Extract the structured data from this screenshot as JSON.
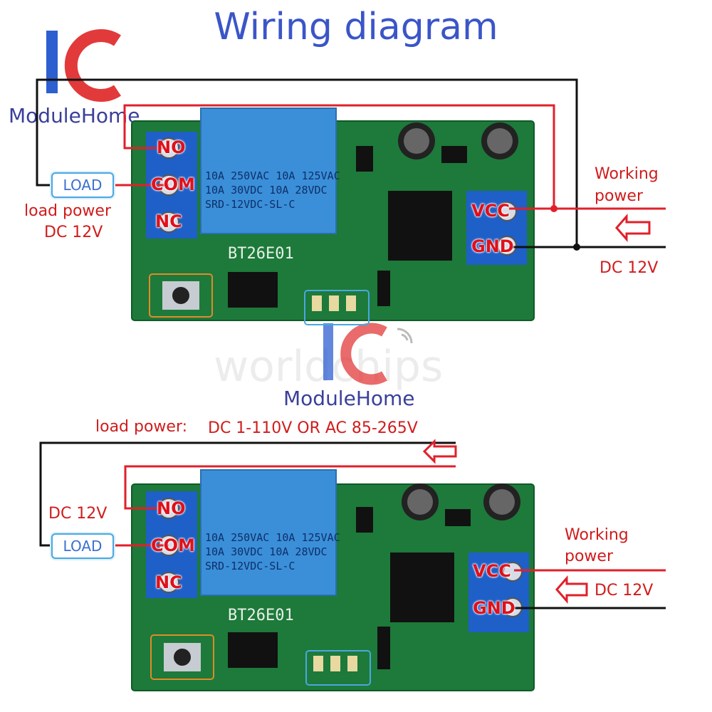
{
  "title": "Wiring diagram",
  "brand": {
    "logo_text": "ModuleHome",
    "watermark": "worldchips",
    "center_logo_text": "ModuleHome"
  },
  "colors": {
    "title_blue": "#3b55c8",
    "wire_red": "#e0202a",
    "wire_black": "#111111",
    "label_red": "#d01c1c",
    "pcb_green": "#1d7a3a",
    "terminal_blue": "#1f5fc8",
    "relay_blue": "#3a8fd8"
  },
  "diagram_top": {
    "load_label": "LOAD",
    "load_power_line1": "load power",
    "load_power_line2": "DC 12V",
    "working_power_line1": "Working",
    "working_power_line2": "power",
    "supply_label": "DC 12V",
    "terminals": {
      "no": "NO",
      "com": "COM",
      "nc": "NC",
      "vcc": "VCC",
      "gnd": "GND"
    },
    "relay_lines": [
      "10A 250VAC  10A 125VAC",
      "10A 30VDC   10A 28VDC",
      "SRD-12VDC-SL-C"
    ],
    "board_id": "BT26E01"
  },
  "diagram_bottom": {
    "load_label": "LOAD",
    "load_power_prefix": "load power:",
    "load_power_value": "DC 1-110V OR AC 85-265V",
    "load_side_voltage": "DC 12V",
    "working_power_line1": "Working",
    "working_power_line2": "power",
    "supply_label": "DC 12V",
    "terminals": {
      "no": "NO",
      "com": "COM",
      "nc": "NC",
      "vcc": "VCC",
      "gnd": "GND"
    },
    "relay_lines": [
      "10A 250VAC  10A 125VAC",
      "10A 30VDC   10A 28VDC",
      "SRD-12VDC-SL-C"
    ],
    "board_id": "BT26E01"
  }
}
